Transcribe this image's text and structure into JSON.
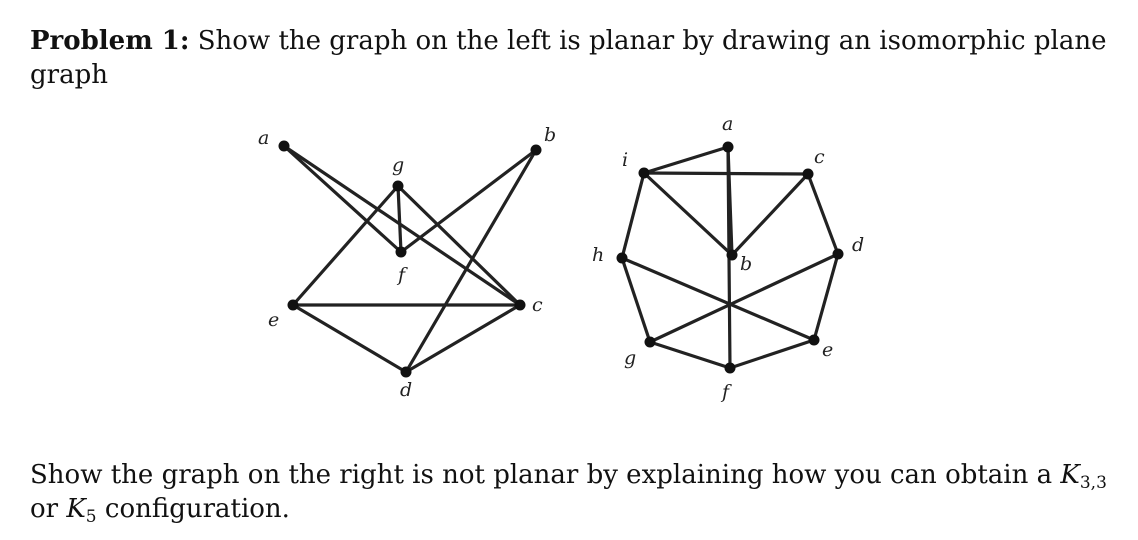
{
  "problem": {
    "label": "Problem 1:",
    "statement": "Show the graph on the left is planar by drawing an isomorphic plane graph",
    "followup_before": "Show the graph on the right is not planar by explaining how you can obtain a ",
    "k33_letter": "K",
    "k33_sub": "3,3",
    "or_text": " or ",
    "k5_letter": "K",
    "k5_sub": "5",
    "followup_after": " configuration."
  },
  "left_graph": {
    "vertices": [
      "a",
      "b",
      "c",
      "d",
      "e",
      "f",
      "g"
    ],
    "edges": [
      [
        "a",
        "f"
      ],
      [
        "a",
        "c"
      ],
      [
        "g",
        "f"
      ],
      [
        "g",
        "e"
      ],
      [
        "g",
        "c"
      ],
      [
        "f",
        "b"
      ],
      [
        "b",
        "d"
      ],
      [
        "e",
        "c"
      ],
      [
        "e",
        "d"
      ],
      [
        "c",
        "d"
      ]
    ]
  },
  "right_graph": {
    "vertices": [
      "a",
      "b",
      "c",
      "d",
      "e",
      "f",
      "g",
      "h",
      "i"
    ],
    "edges": [
      [
        "i",
        "a"
      ],
      [
        "i",
        "c"
      ],
      [
        "i",
        "b"
      ],
      [
        "a",
        "b"
      ],
      [
        "a",
        "f"
      ],
      [
        "c",
        "b"
      ],
      [
        "c",
        "d"
      ],
      [
        "d",
        "e"
      ],
      [
        "e",
        "f"
      ],
      [
        "f",
        "g"
      ],
      [
        "g",
        "h"
      ],
      [
        "h",
        "i"
      ],
      [
        "h",
        "e"
      ],
      [
        "d",
        "g"
      ]
    ]
  }
}
